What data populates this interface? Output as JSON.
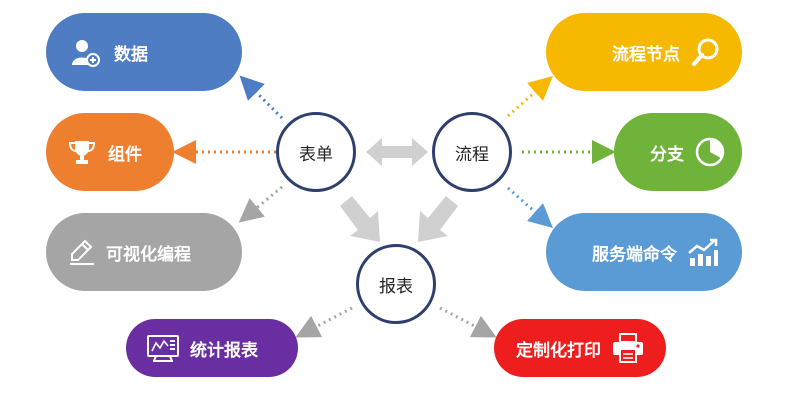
{
  "colors": {
    "node_border": "#2e3f6e",
    "data": "#4f7dc4",
    "component": "#ee7f2f",
    "visual": "#a5a5a5",
    "stats": "#6a2ea3",
    "flow_node": "#f6b800",
    "branch": "#70b33b",
    "server": "#5b9bd5",
    "print": "#ef1e1e",
    "gray_arrow": "#d0d0d0"
  },
  "nodes": {
    "form": "表单",
    "flow": "流程",
    "report": "报表"
  },
  "left_items": [
    {
      "label": "数据",
      "icon": "user-add-icon"
    },
    {
      "label": "组件",
      "icon": "trophy-icon"
    },
    {
      "label": "可视化编程",
      "icon": "pencil-icon"
    }
  ],
  "right_items": [
    {
      "label": "流程节点",
      "icon": "magnifier-icon"
    },
    {
      "label": "分支",
      "icon": "pie-chart-icon"
    },
    {
      "label": "服务端命令",
      "icon": "rising-chart-icon"
    }
  ],
  "bottom_items": [
    {
      "label": "统计报表",
      "icon": "dashboard-icon"
    },
    {
      "label": "定制化打印",
      "icon": "printer-icon"
    }
  ]
}
